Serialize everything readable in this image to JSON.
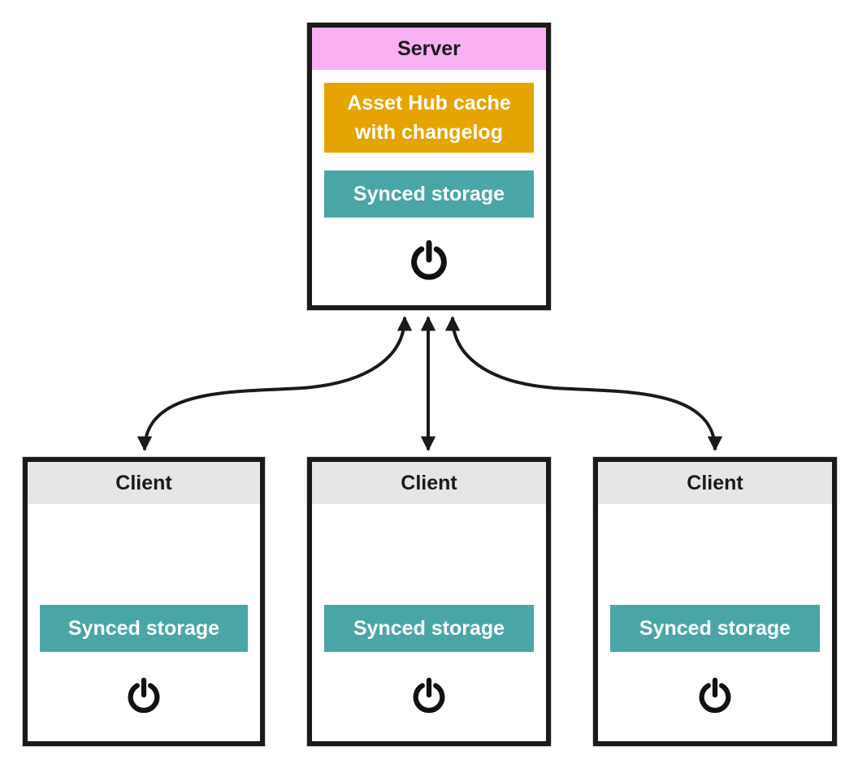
{
  "server": {
    "title": "Server",
    "cache_label": "Asset Hub cache with changelog",
    "storage_label": "Synced storage"
  },
  "clients": [
    {
      "title": "Client",
      "storage_label": "Synced storage"
    },
    {
      "title": "Client",
      "storage_label": "Synced storage"
    },
    {
      "title": "Client",
      "storage_label": "Synced storage"
    }
  ],
  "connections": [
    {
      "from": "Server",
      "to": "Client 1",
      "type": "bidirectional-arrow"
    },
    {
      "from": "Server",
      "to": "Client 2",
      "type": "bidirectional-arrow"
    },
    {
      "from": "Server",
      "to": "Client 3",
      "type": "bidirectional-arrow"
    }
  ],
  "icons": {
    "power": "power-icon"
  },
  "colors": {
    "server_header": "#F9B1F4",
    "cache_box": "#E5A400",
    "storage_box": "#4AA6A6",
    "client_header": "#E6E6E6",
    "node_border": "#1A1A1A",
    "arrow": "#1A1A1A",
    "text_on_color": "#FFFFFF",
    "title_text": "#1A1A1A",
    "background": "#FFFFFF"
  }
}
